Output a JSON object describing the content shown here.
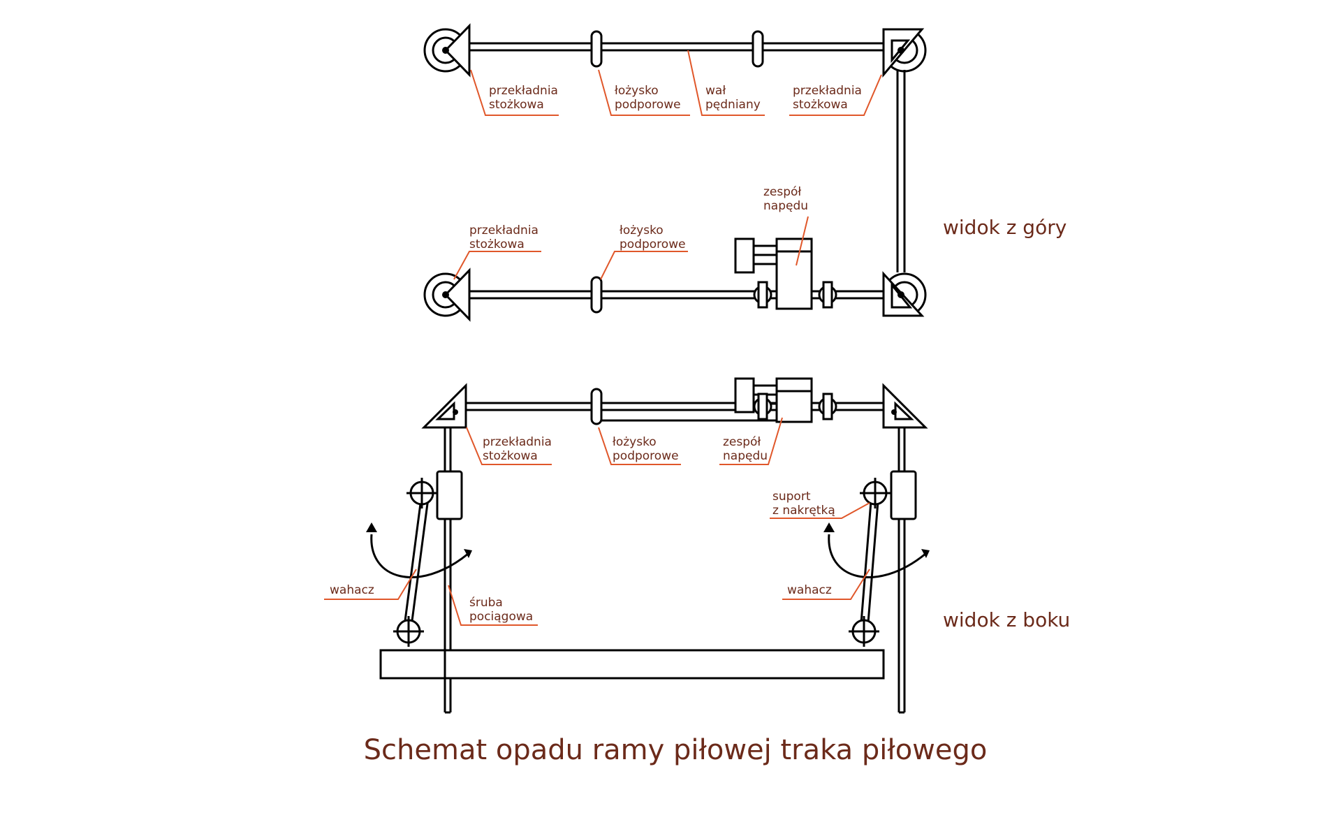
{
  "colors": {
    "line": "#000000",
    "leader": "#e0572a",
    "text": "#6b2a1a",
    "background": "#ffffff"
  },
  "title": "Schemat opadu ramy piłowej traka piłowego",
  "views": {
    "top": "widok z góry",
    "side": "widok z boku"
  },
  "labels": {
    "top_bevel_left": [
      "przekładnia",
      "stożkowa"
    ],
    "top_bearing_1": [
      "łożysko",
      "podporowe"
    ],
    "top_shaft": [
      "wał",
      "pędniany"
    ],
    "top_bevel_right": [
      "przekładnia",
      "stożkowa"
    ],
    "top_drive": [
      "zespół",
      "napędu"
    ],
    "top_bevel_bottom": [
      "przekładnia",
      "stożkowa"
    ],
    "top_bearing_2": [
      "łożysko",
      "podporowe"
    ],
    "side_bevel": [
      "przekładnia",
      "stożkowa"
    ],
    "side_bearing": [
      "łożysko",
      "podporowe"
    ],
    "side_drive": [
      "zespół",
      "napędu"
    ],
    "side_support": [
      "suport",
      "z nakrętką"
    ],
    "side_rocker_left": "wahacz",
    "side_screw": [
      "śruba",
      "pociągowa"
    ],
    "side_rocker_right": "wahacz"
  }
}
